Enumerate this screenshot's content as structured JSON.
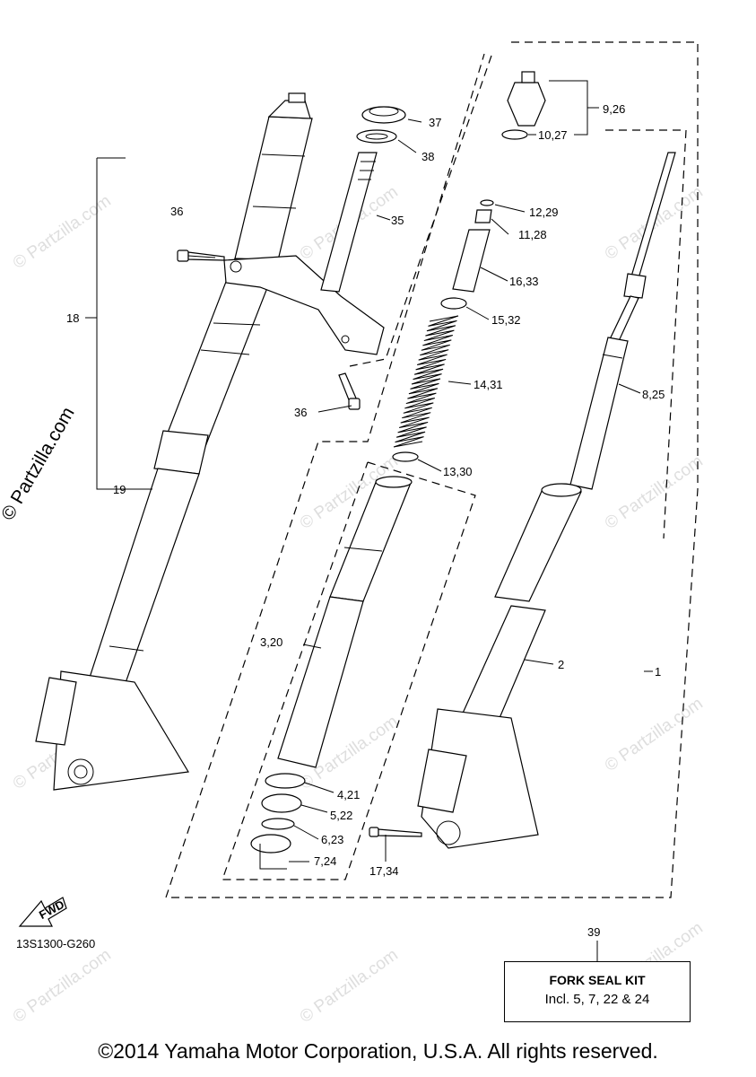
{
  "watermark": "© Partzilla.com",
  "side_watermark": "© Partzilla.com",
  "diagram_code": "13S1300-G260",
  "fwd_label": "FWD",
  "copyright": "©2014 Yamaha Motor Corporation, U.S.A. All rights reserved.",
  "kit": {
    "number": "39",
    "title": "FORK SEAL KIT",
    "description": "Incl. 5, 7, 22 & 24"
  },
  "callouts": {
    "c1": "1",
    "c2": "2",
    "c3_20": "3,20",
    "c4_21": "4,21",
    "c5_22": "5,22",
    "c6_23": "6,23",
    "c7_24": "7,24",
    "c8_25": "8,25",
    "c9_26": "9,26",
    "c10_27": "10,27",
    "c11_28": "11,28",
    "c12_29": "12,29",
    "c13_30": "13,30",
    "c14_31": "14,31",
    "c15_32": "15,32",
    "c16_33": "16,33",
    "c17_34": "17,34",
    "c18": "18",
    "c19": "19",
    "c35": "35",
    "c36_top": "36",
    "c36_bottom": "36",
    "c37": "37",
    "c38": "38"
  }
}
